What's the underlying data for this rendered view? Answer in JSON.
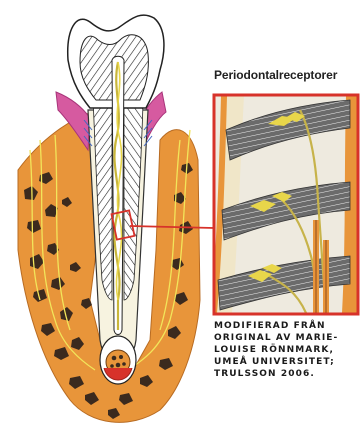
{
  "title": "Periodontalreceptorer",
  "credit_lines": [
    "MODIFIERAD FRÅN",
    "ORIGINAL AV MARIE-",
    "LOUISE RÖNNMARK,",
    "UMEÅ UNIVERSITET;",
    "TRULSSON 2006."
  ],
  "colors": {
    "bone": "#e8953a",
    "bone_cavity": "#3b2a1e",
    "gum": "#d65aa0",
    "nerve": "#f2e55a",
    "zoom_frame": "#d7322a",
    "fiber_band": "#5c5c5c"
  }
}
